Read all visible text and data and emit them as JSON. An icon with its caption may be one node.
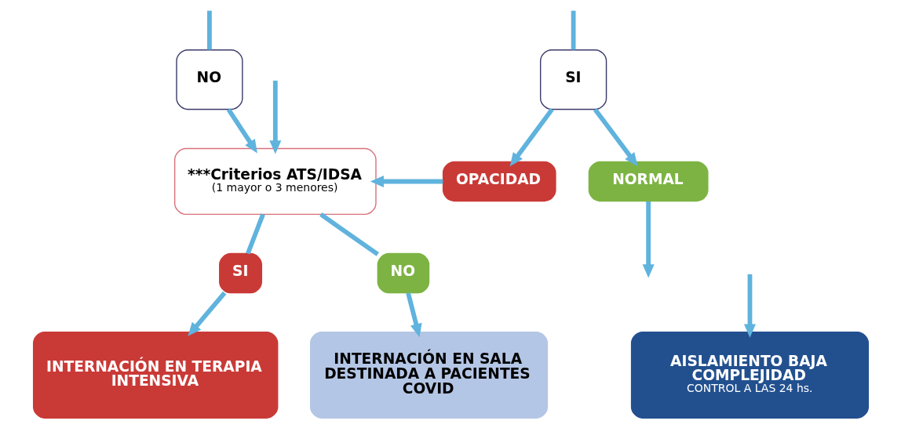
{
  "diagram": {
    "nodes": [
      {
        "text": [
          "***Criterios ATS/IDSA",
          "(1 mayor o 3 menores)"
        ]
      },
      {
        "text": [
          "NO"
        ]
      },
      {
        "text": [
          "SI"
        ]
      },
      {
        "text": [
          "OPACIDAD"
        ]
      },
      {
        "text": [
          "NORMAL"
        ]
      },
      {
        "text": [
          "SI"
        ]
      },
      {
        "text": [
          "NO"
        ]
      },
      {
        "text": [
          "INTERNACIÓN EN TERAPIA INTENSIVA"
        ]
      },
      {
        "text": [
          "INTERNACIÓN EN SALA DESTINADA A PACIENTES COVID"
        ]
      },
      {
        "text": [
          "AISLAMIENTO BAJA COMPLEJIDAD",
          "CONTROL A LAS 24 hs."
        ]
      }
    ],
    "edges": [
      {
        "from": null,
        "to": 0,
        "arrow": "to"
      },
      {
        "from": null,
        "to": 1,
        "arrow": "none"
      },
      {
        "from": null,
        "to": 2,
        "arrow": "none"
      },
      {
        "from": 1,
        "to": 0,
        "arrow": "to"
      },
      {
        "from": 3,
        "to": 0,
        "arrow": "to"
      },
      {
        "from": 2,
        "to": 3,
        "arrow": "to"
      },
      {
        "from": 2,
        "to": 4,
        "arrow": "to"
      },
      {
        "from": 4,
        "to": null,
        "arrow": "to"
      },
      {
        "from": null,
        "to": 9,
        "arrow": "to"
      },
      {
        "from": 0,
        "to": 5,
        "arrow": "none"
      },
      {
        "from": 0,
        "to": 6,
        "arrow": "none"
      },
      {
        "from": 5,
        "to": 7,
        "arrow": "to"
      },
      {
        "from": 6,
        "to": 8,
        "arrow": "to"
      }
    ]
  }
}
